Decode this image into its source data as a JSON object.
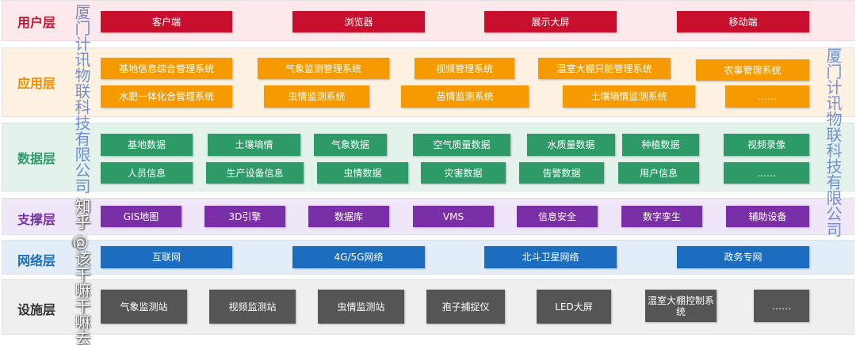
{
  "layers": {
    "user": {
      "label": "用户层",
      "color": "#c8102e",
      "items": [
        "客户端",
        "浏览器",
        "展示大屏",
        "移动端"
      ]
    },
    "app": {
      "label": "应用层",
      "color": "#f59a00",
      "items": [
        "基地信息综合管理系统",
        "气象监测管理系统",
        "视频管理系统",
        "温室大棚只能管理系统",
        "农事管理系统",
        "水肥一体化合管理系统",
        "虫情监测系统",
        "苗情监测系统",
        "土壤墒情监测系统",
        "……"
      ]
    },
    "data": {
      "label": "数据层",
      "color": "#2e9a68",
      "items": [
        "基地数据",
        "土壤墒情",
        "气象数据",
        "空气质量数据",
        "水质量数据",
        "种植数据",
        "视频录像",
        "人员信息",
        "生产设备信息",
        "虫情数据",
        "灾害数据",
        "告警数据",
        "用户信息",
        "……"
      ]
    },
    "support": {
      "label": "支撑层",
      "color": "#7a2fa6",
      "items": [
        "GIS地图",
        "3D引擎",
        "数据库",
        "VMS",
        "信息安全",
        "数字孪生",
        "辅助设备"
      ]
    },
    "network": {
      "label": "网络层",
      "color": "#1a6dbf",
      "items": [
        "互联网",
        "4G/5G网络",
        "北斗卫星网络",
        "政务专网"
      ]
    },
    "facility": {
      "label": "设施层",
      "color": "#555555",
      "items": [
        "气象监测站",
        "视频监测站",
        "虫情监测站",
        "孢子捕捉仪",
        "LED大屏",
        "温室大棚控制系统",
        "……"
      ]
    }
  },
  "watermarks": {
    "company": "厦门计讯物联科技有限公司",
    "zhihu": "知乎 @该干嘛干嘛去"
  }
}
